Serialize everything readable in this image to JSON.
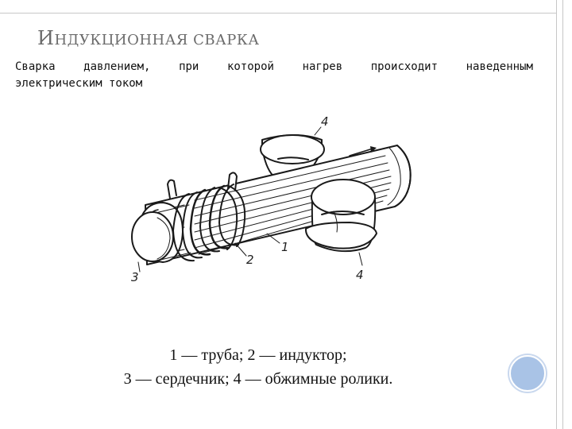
{
  "slide": {
    "title_first": "И",
    "title_rest": "НДУКЦИОННАЯ СВАРКА",
    "desc_words_line1": [
      "Сварка",
      "давлением,",
      "при",
      "которой",
      "нагрев",
      "происходит",
      "наведенным"
    ],
    "desc_line2": "электрическим током",
    "caption_line1": "1 — труба; 2 — индуктор;",
    "caption_line2": "3 — сердечник; 4 — обжимные ролики."
  },
  "diagram": {
    "labels": {
      "pipe": "1",
      "inductor": "2",
      "core": "3",
      "roller_top": "4",
      "roller_bottom": "4"
    }
  },
  "colors": {
    "title": "#6b6b6b",
    "decor_circle": "#a9c3e6",
    "frame": "#c7c7c7"
  }
}
